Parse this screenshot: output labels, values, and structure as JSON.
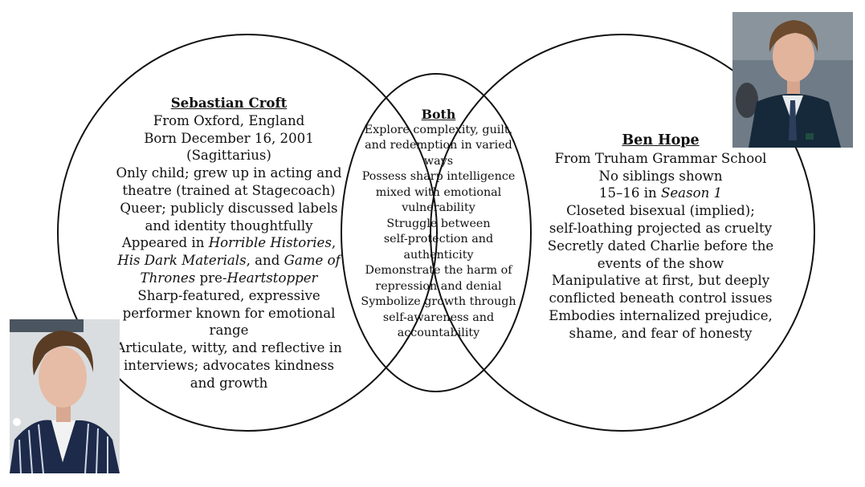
{
  "diagram": {
    "type": "venn",
    "left": {
      "title": "Sebastian Croft",
      "lines": [
        [
          "From Oxford, England"
        ],
        [
          "Born December 16, 2001"
        ],
        [
          "(Sagittarius)"
        ],
        [
          "Only child; grew up in acting and"
        ],
        [
          "theatre (trained at Stagecoach)"
        ],
        [
          "Queer; publicly discussed labels"
        ],
        [
          "and identity thoughtfully"
        ],
        [
          "Appeared in ",
          "Horrible Histories",
          ","
        ],
        [
          "His Dark Materials",
          ", and ",
          "Game of"
        ],
        [
          "Thrones",
          " pre-",
          "Heartstopper"
        ],
        [
          "Sharp-featured, expressive"
        ],
        [
          "performer known for emotional"
        ],
        [
          "range"
        ],
        [
          "Articulate, witty, and reflective in"
        ],
        [
          "interviews; advocates kindness"
        ],
        [
          "and growth"
        ]
      ]
    },
    "center": {
      "title": "Both",
      "lines": [
        [
          "Explore complexity, guilt,"
        ],
        [
          "and redemption in varied"
        ],
        [
          "ways"
        ],
        [
          "Possess sharp intelligence"
        ],
        [
          "mixed with emotional"
        ],
        [
          "vulnerability"
        ],
        [
          "Struggle between"
        ],
        [
          "self-protection and"
        ],
        [
          "authenticity"
        ],
        [
          "Demonstrate the harm of"
        ],
        [
          "repression and denial"
        ],
        [
          "Symbolize growth through"
        ],
        [
          "self-awareness and"
        ],
        [
          "accountability"
        ]
      ]
    },
    "right": {
      "title": "Ben Hope",
      "lines": [
        [
          "From Truham Grammar School"
        ],
        [
          "No siblings shown"
        ],
        [
          "15–16 in ",
          "Season 1"
        ],
        [
          "Closeted bisexual (implied);"
        ],
        [
          "self-loathing projected as cruelty"
        ],
        [
          "Secretly dated Charlie before the"
        ],
        [
          "events of the show"
        ],
        [
          "Manipulative at first, but deeply"
        ],
        [
          "conflicted beneath control issues"
        ],
        [
          "Embodies internalized prejudice,"
        ],
        [
          "shame, and fear of honesty"
        ]
      ]
    },
    "colors": {
      "circle_stroke": "#111111",
      "text": "#111111",
      "background": "#ffffff"
    }
  },
  "photos": {
    "top_right": {
      "subject": "portrait-photo",
      "bg": "#6f7b86",
      "jacket": "#16293a",
      "hair": "#6b4a2e",
      "skin": "#e2b49c"
    },
    "bottom_left": {
      "subject": "portrait-photo",
      "bg": "#d9dde0",
      "jacket": "#1d2a4a",
      "hair": "#5a3c24",
      "skin": "#e6bca6"
    }
  }
}
